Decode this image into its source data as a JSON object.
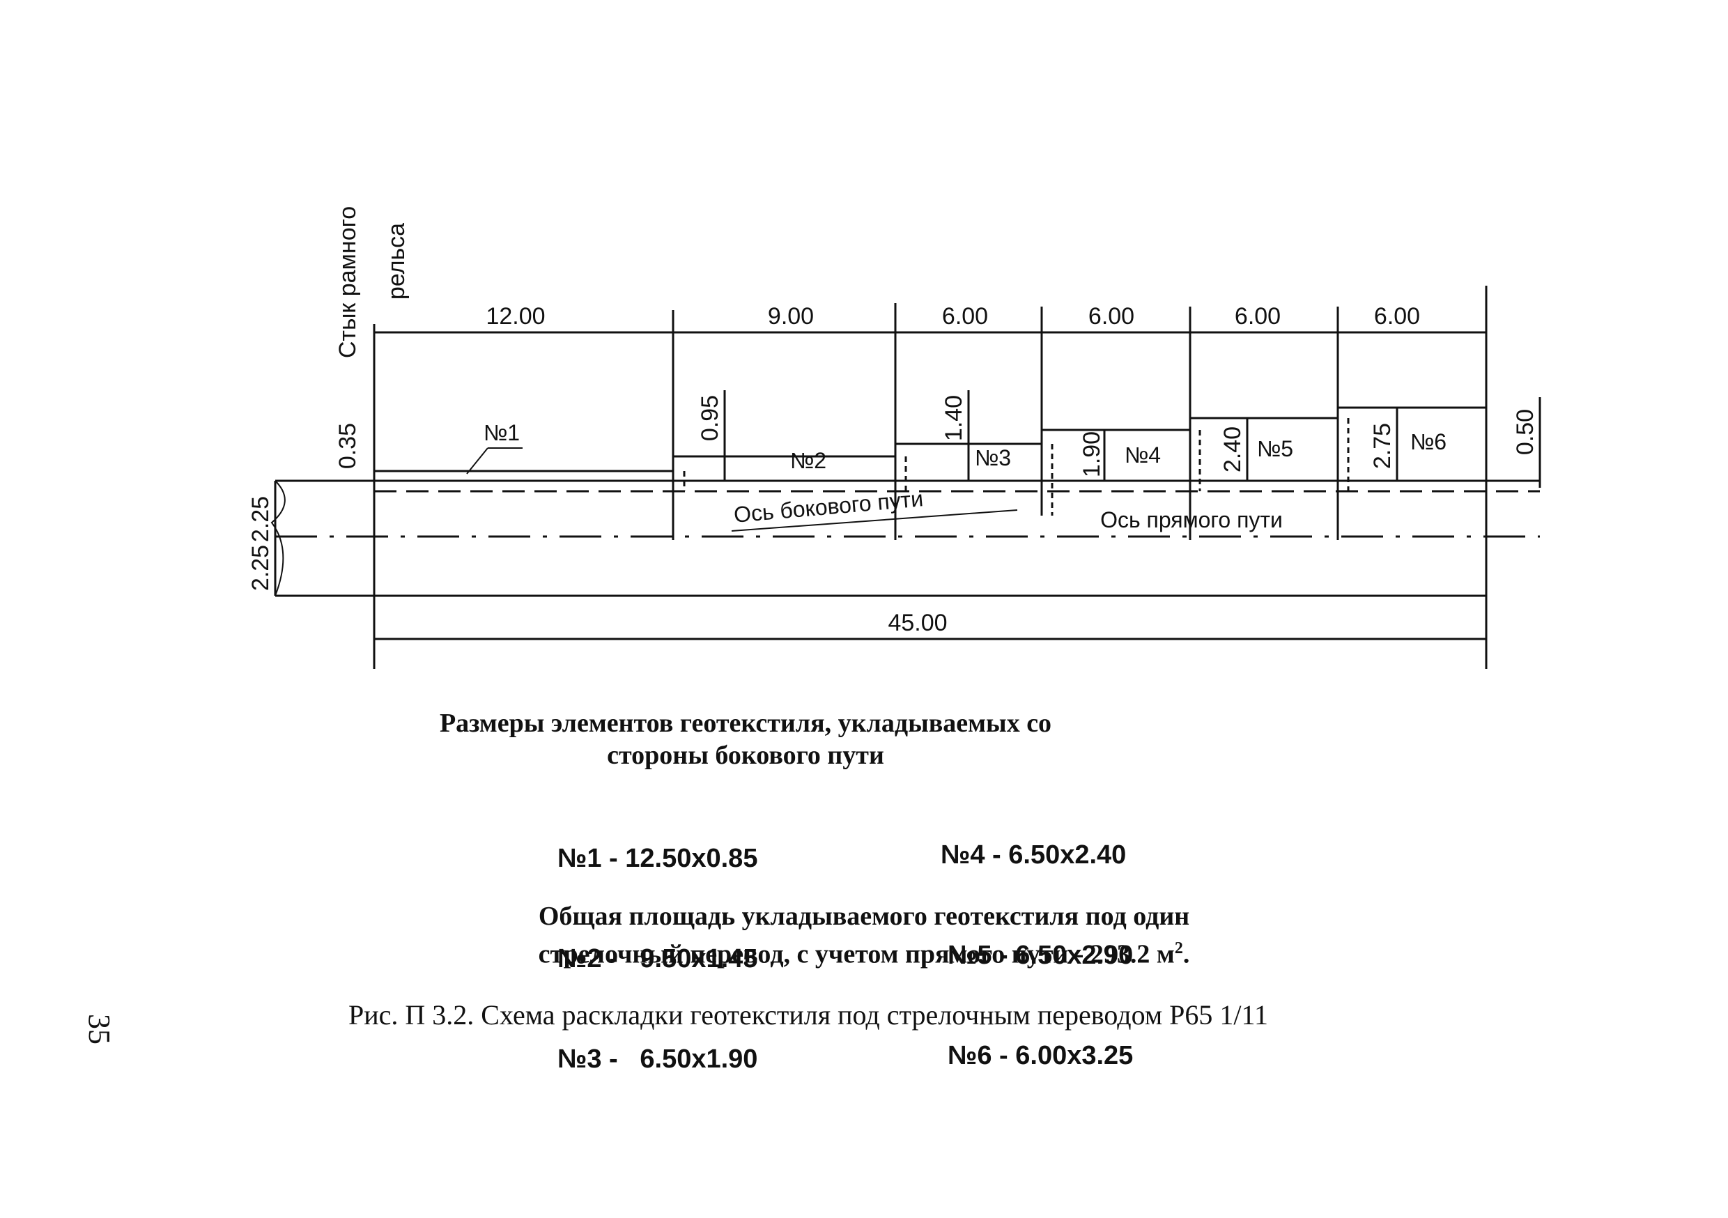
{
  "drawing": {
    "labels": {
      "junction_line1": "Стык рамного",
      "junction_line2": "рельса",
      "side_axis": "Ось бокового пути",
      "main_axis": "Ось прямого пути"
    },
    "top_dimensions": [
      "12.00",
      "9.00",
      "6.00",
      "6.00",
      "6.00",
      "6.00"
    ],
    "total_length": "45.00",
    "left_dimensions": [
      "2.25",
      "2.25"
    ],
    "offsets": [
      "0.35",
      "0.95",
      "1.40",
      "1.90",
      "2.40",
      "2.75",
      "0.50"
    ],
    "elements": [
      "№1",
      "№2",
      "№3",
      "№4",
      "№5",
      "№6"
    ]
  },
  "caption": {
    "heading_line1": "Размеры элементов геотекстиля, укладываемых со",
    "heading_line2": "стороны бокового пути",
    "sizes_left": [
      "№1 - 12.50х0.85",
      "№2 -   9.50х1.45",
      "№3 -   6.50х1.90"
    ],
    "sizes_right": [
      "№4 - 6.50х2.40",
      "№5 - 6.50х2.90",
      "№6 - 6.00х3.25"
    ],
    "total_line1": "Общая площадь укладываемого геотекстиля под один",
    "total_line2": "стрелочный перевод, с учетом прямого пути - 293.2 м",
    "total_sup": "2",
    "total_end": ".",
    "figure": "Рис. П 3.2. Схема раскладки геотекстиля под стрелочным переводом Р65 1/11"
  },
  "page_number": "35"
}
